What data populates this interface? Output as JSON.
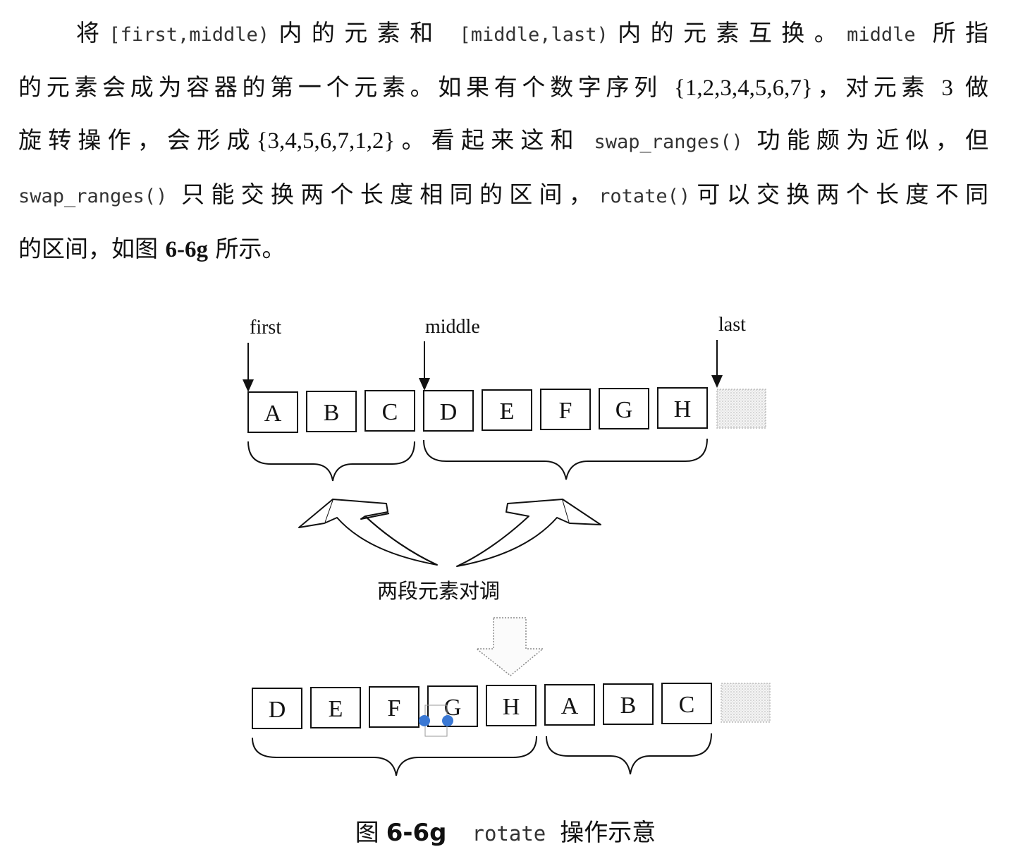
{
  "paragraph": {
    "line1": {
      "t1": "将",
      "c1": "[first,middle)",
      "t2": "内的元素和 ",
      "c2": "[middle,last)",
      "t3": "内的元素互换。",
      "c3": "middle",
      "t4": " 所指"
    },
    "line2": {
      "t1": "的元素会成为容器的第一个元素。如果有个数字序列 ",
      "n1": "{1,2,3,4,5,6,7}",
      "t2": "，对元素 ",
      "n2": "3",
      "t3": " 做"
    },
    "line3": {
      "t1": "旋转操作，会形成",
      "n1": "{3,4,5,6,7,1,2}",
      "t2": "。看起来这和 ",
      "c1": "swap_ranges()",
      "t3": " 功能颇为近似，但"
    },
    "line4": {
      "c1": "swap_ranges()",
      "t1": " 只能交换两个长度相同的区间，",
      "c2": "rotate()",
      "t2": "可以交换两个长度不同"
    },
    "line5": {
      "t1": "的区间，如图 ",
      "n1": "6-6g",
      "t2": " 所示。"
    }
  },
  "figure": {
    "pointers": {
      "first": "first",
      "middle": "middle",
      "last": "last"
    },
    "before": [
      "A",
      "B",
      "C",
      "D",
      "E",
      "F",
      "G",
      "H"
    ],
    "after": [
      "D",
      "E",
      "F",
      "G",
      "H",
      "A",
      "B",
      "C"
    ],
    "swap_label": "两段元素对调",
    "caption": {
      "prefix": "图",
      "number": "6-6g",
      "code": "rotate",
      "suffix": "操作示意"
    }
  },
  "colors": {
    "text": "#111111",
    "code": "#333333",
    "selection_handle": "#3a78d4",
    "placeholder_cell": "#c8c8c8"
  }
}
